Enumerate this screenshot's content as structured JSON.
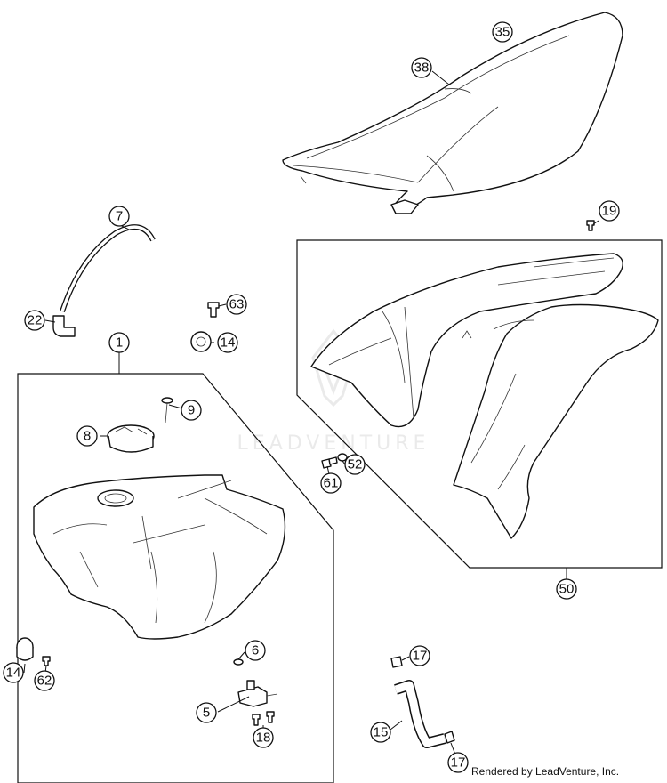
{
  "diagram": {
    "callouts": {
      "c35": "35",
      "c38": "38",
      "c19": "19",
      "c7": "7",
      "c22": "22",
      "c63": "63",
      "c14a": "14",
      "c1": "1",
      "c9": "9",
      "c8": "8",
      "c52": "52",
      "c61": "61",
      "c50": "50",
      "c6": "6",
      "c5": "5",
      "c18": "18",
      "c14b": "14",
      "c62": "62",
      "c17a": "17",
      "c15": "15",
      "c17b": "17"
    },
    "watermark": "LEADVENTURE",
    "credit": "Rendered by LeadVenture, Inc."
  },
  "colors": {
    "line": "#111111",
    "watermark": "#d9d9d9"
  }
}
